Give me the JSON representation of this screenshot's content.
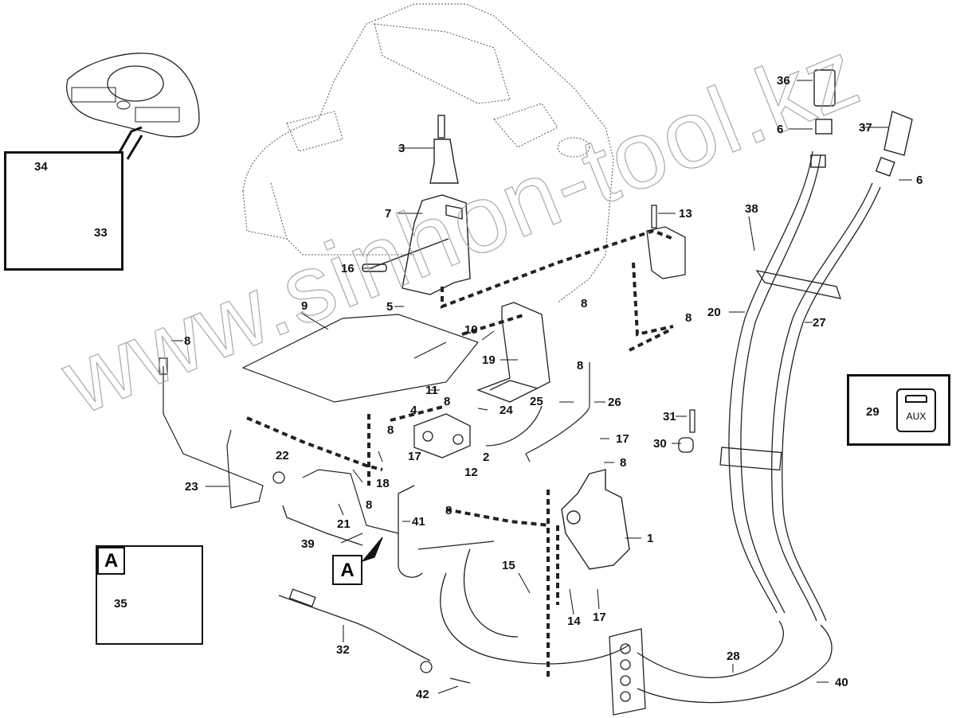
{
  "diagram": {
    "type": "exploded parts diagram",
    "subject": "Auxiliary hydraulics control – joystick, valve and hose assembly",
    "watermark": "www.sinhon-tool.kz",
    "detail_A": {
      "letter": "A",
      "callout": "35"
    },
    "aux_switch": {
      "callout": "29",
      "label": "AUX"
    },
    "switch_detail": {
      "callouts": [
        "34",
        "33"
      ]
    },
    "callouts": [
      {
        "id": "c1",
        "num": "1"
      },
      {
        "id": "c2",
        "num": "2"
      },
      {
        "id": "c3",
        "num": "3"
      },
      {
        "id": "c4",
        "num": "4"
      },
      {
        "id": "c5",
        "num": "5"
      },
      {
        "id": "c6a",
        "num": "6"
      },
      {
        "id": "c6b",
        "num": "6"
      },
      {
        "id": "c7",
        "num": "7"
      },
      {
        "id": "c8a",
        "num": "8"
      },
      {
        "id": "c8b",
        "num": "8"
      },
      {
        "id": "c8c",
        "num": "8"
      },
      {
        "id": "c8d",
        "num": "8"
      },
      {
        "id": "c8e",
        "num": "8"
      },
      {
        "id": "c8f",
        "num": "8"
      },
      {
        "id": "c8g",
        "num": "8"
      },
      {
        "id": "c8h",
        "num": "8"
      },
      {
        "id": "c8i",
        "num": "8"
      },
      {
        "id": "c8j",
        "num": "8"
      },
      {
        "id": "c9",
        "num": "9"
      },
      {
        "id": "c10",
        "num": "10"
      },
      {
        "id": "c11",
        "num": "11"
      },
      {
        "id": "c12",
        "num": "12"
      },
      {
        "id": "c13",
        "num": "13"
      },
      {
        "id": "c14",
        "num": "14"
      },
      {
        "id": "c15",
        "num": "15"
      },
      {
        "id": "c16",
        "num": "16"
      },
      {
        "id": "c17a",
        "num": "17"
      },
      {
        "id": "c17b",
        "num": "17"
      },
      {
        "id": "c17c",
        "num": "17"
      },
      {
        "id": "c18",
        "num": "18"
      },
      {
        "id": "c19",
        "num": "19"
      },
      {
        "id": "c20",
        "num": "20"
      },
      {
        "id": "c21",
        "num": "21"
      },
      {
        "id": "c22",
        "num": "22"
      },
      {
        "id": "c23",
        "num": "23"
      },
      {
        "id": "c24",
        "num": "24"
      },
      {
        "id": "c25",
        "num": "25"
      },
      {
        "id": "c26",
        "num": "26"
      },
      {
        "id": "c27",
        "num": "27"
      },
      {
        "id": "c28",
        "num": "28"
      },
      {
        "id": "c30",
        "num": "30"
      },
      {
        "id": "c31",
        "num": "31"
      },
      {
        "id": "c32",
        "num": "32"
      },
      {
        "id": "c36",
        "num": "36"
      },
      {
        "id": "c37",
        "num": "37"
      },
      {
        "id": "c38",
        "num": "38"
      },
      {
        "id": "c39",
        "num": "39"
      },
      {
        "id": "c40",
        "num": "40"
      },
      {
        "id": "c41",
        "num": "41"
      },
      {
        "id": "c42",
        "num": "42"
      }
    ]
  }
}
